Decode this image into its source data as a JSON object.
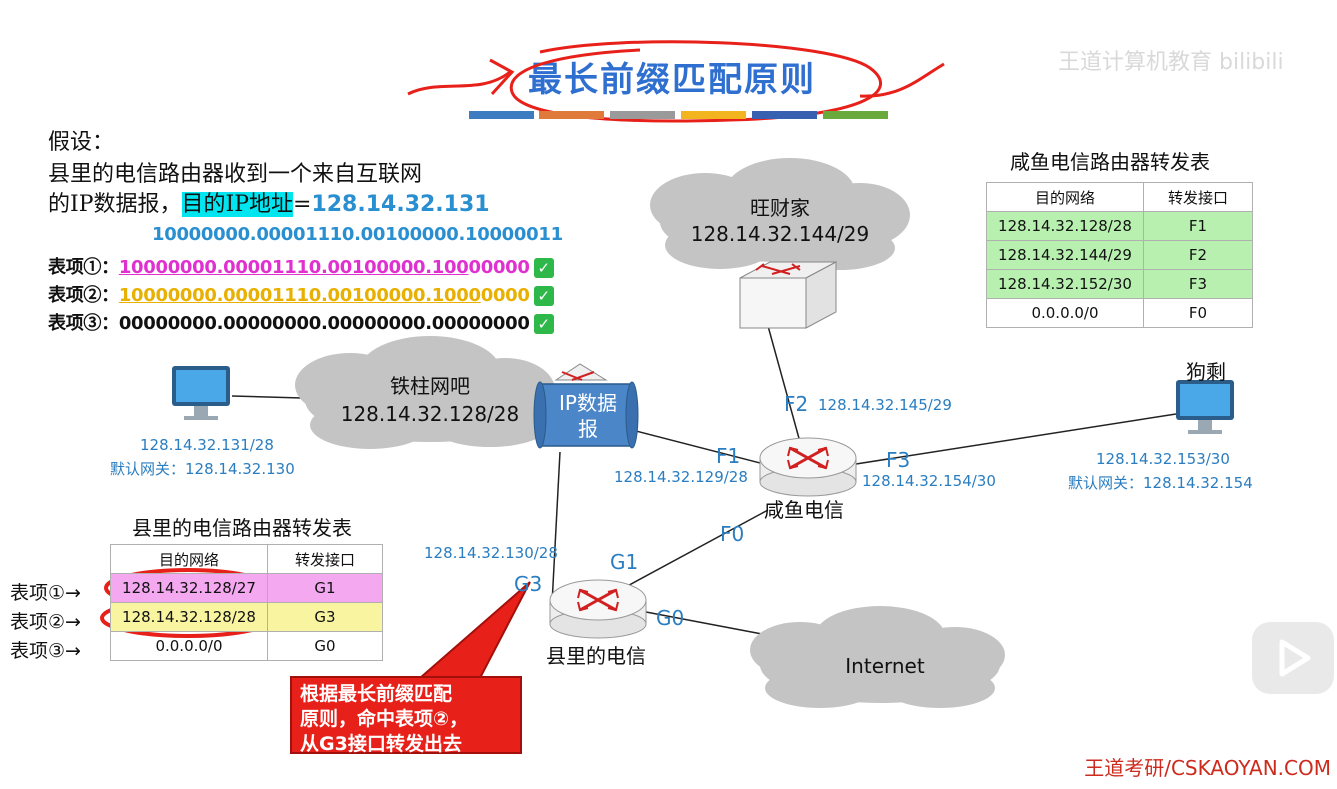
{
  "title": "最长前缀匹配原则",
  "watermark": "王道计算机教育 bilibili",
  "footer": "王道考研/CSKAOYAN.COM",
  "colors": {
    "title": "#2f6fd0",
    "entry1": "#e030d0",
    "entry2": "#e8b000",
    "highlight_cyan": "#00e5f0",
    "callout": "#e8201a",
    "ip_blue": "#2a7dc0"
  },
  "assumption": {
    "label": "假设：",
    "line1": "县里的电信路由器收到一个来自互联网",
    "line2_prefix": "的IP数据报，",
    "line2_highlight": "目的IP地址",
    "line2_eq": "=",
    "line2_ip": "128.14.32.131",
    "dest_binary": "10000000.00001110.00100000.10000011",
    "entries": [
      {
        "label": "表项①：",
        "match": "10000000.00001110.00100000.100",
        "rest": "00000"
      },
      {
        "label": "表项②：",
        "match": "10000000.00001110.00100000.1000",
        "rest": "0000"
      },
      {
        "label": "表项③：",
        "match": "",
        "rest": "00000000.00000000.00000000.00000000"
      }
    ]
  },
  "xianyu_table": {
    "title": "咸鱼电信路由器转发表",
    "headers": [
      "目的网络",
      "转发接口"
    ],
    "rows": [
      [
        "128.14.32.128/28",
        "F1"
      ],
      [
        "128.14.32.144/29",
        "F2"
      ],
      [
        "128.14.32.152/30",
        "F3"
      ],
      [
        "0.0.0.0/0",
        "F0"
      ]
    ]
  },
  "county_table": {
    "title": "县里的电信路由器转发表",
    "headers": [
      "目的网络",
      "转发接口"
    ],
    "row_labels": [
      "表项①→",
      "表项②→",
      "表项③→"
    ],
    "rows": [
      [
        "128.14.32.128/27",
        "G1"
      ],
      [
        "128.14.32.128/28",
        "G3"
      ],
      [
        "0.0.0.0/0",
        "G0"
      ]
    ]
  },
  "network": {
    "wangcai": {
      "name": "旺财家",
      "net": "128.14.32.144/29"
    },
    "tiezhu": {
      "name": "铁柱网吧",
      "net": "128.14.32.128/28"
    },
    "internet": "Internet",
    "packet": "IP数据报",
    "pc_left": {
      "ip": "128.14.32.131/28",
      "gateway": "默认网关：128.14.32.130"
    },
    "pc_right": {
      "name": "狗剩",
      "ip": "128.14.32.153/30",
      "gateway": "默认网关：128.14.32.154"
    },
    "router_xianyu": "咸鱼电信",
    "router_county": "县里的电信",
    "if_F1": "F1",
    "if_F1_ip": "128.14.32.129/28",
    "if_F2": "F2",
    "if_F2_ip": "128.14.32.145/29",
    "if_F3": "F3",
    "if_F3_ip": "128.14.32.154/30",
    "if_F0": "F0",
    "if_G1": "G1",
    "if_G3": "G3",
    "if_G3_ip": "128.14.32.130/28",
    "if_G0": "G0"
  },
  "callout": {
    "line1": "根据最长前缀匹配",
    "line2": "原则，命中表项②，",
    "line3": "从G3接口转发出去"
  }
}
